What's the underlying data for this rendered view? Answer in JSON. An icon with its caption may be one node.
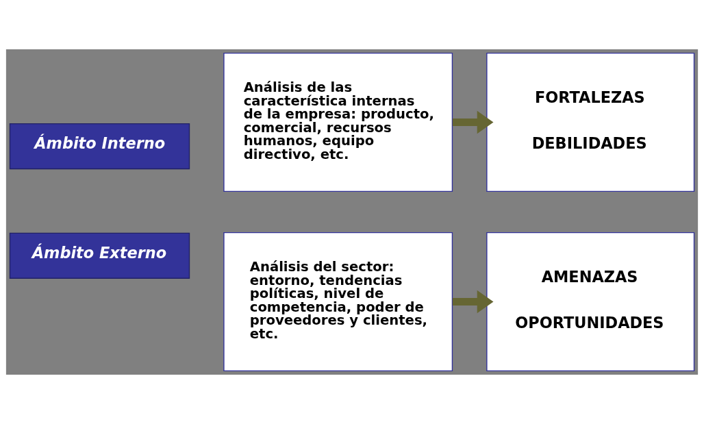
{
  "diagram": {
    "nodes": [
      {
        "text": [
          "Ámbito Interno"
        ]
      },
      {
        "text": [
          "Análisis de las característica internas de la empresa: producto, comercial, recursos humanos, equipo directivo, etc."
        ]
      },
      {
        "text": [
          "FORTALEZAS",
          "DEBILIDADES"
        ]
      },
      {
        "text": [
          "Ámbito Externo"
        ]
      },
      {
        "text": [
          "Análisis del sector: entorno, tendencias políticas, nivel de competencia, poder de proveedores y clientes, etc."
        ]
      },
      {
        "text": [
          "AMENAZAS",
          "OPORTUNIDADES"
        ]
      }
    ],
    "edges": [
      {
        "from": 1,
        "to": 2,
        "arrow": "to"
      },
      {
        "from": 4,
        "to": 5,
        "arrow": "to"
      }
    ]
  }
}
